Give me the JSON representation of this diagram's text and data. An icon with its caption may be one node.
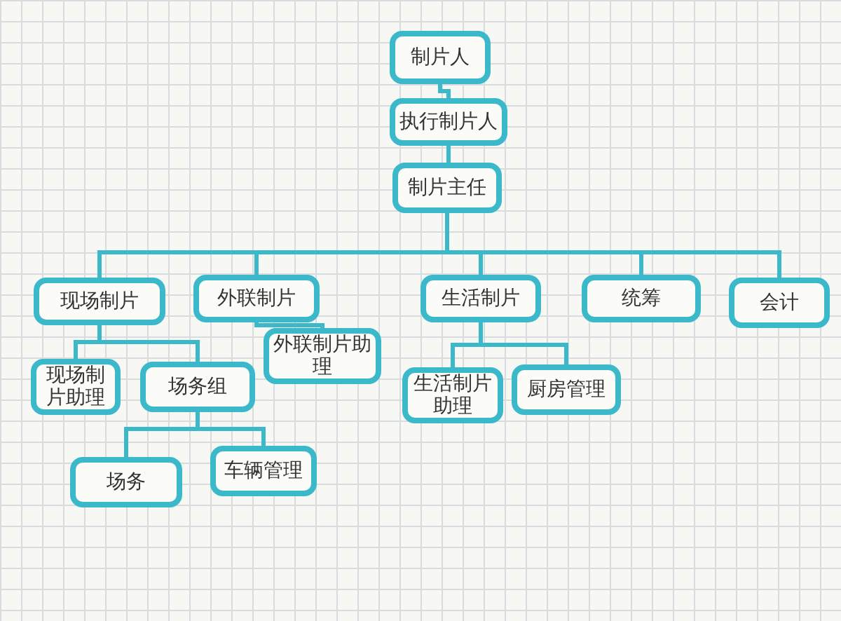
{
  "diagram": {
    "nodes": [
      {
        "text": [
          "制片人"
        ]
      },
      {
        "text": [
          "执行制片人"
        ]
      },
      {
        "text": [
          "制片主任"
        ]
      },
      {
        "text": [
          "现场制片"
        ]
      },
      {
        "text": [
          "外联制片"
        ]
      },
      {
        "text": [
          "生活制片"
        ]
      },
      {
        "text": [
          "统筹"
        ]
      },
      {
        "text": [
          "会计"
        ]
      },
      {
        "text": [
          "现场制片助理"
        ]
      },
      {
        "text": [
          "场务组"
        ]
      },
      {
        "text": [
          "外联制片助理"
        ]
      },
      {
        "text": [
          "生活制片助理"
        ]
      },
      {
        "text": [
          "厨房管理"
        ]
      },
      {
        "text": [
          "场务"
        ]
      },
      {
        "text": [
          "车辆管理"
        ]
      }
    ],
    "edges": [
      {
        "from": 0,
        "to": 1,
        "arrow": "none"
      },
      {
        "from": 1,
        "to": 2,
        "arrow": "none"
      },
      {
        "from": 2,
        "to": 3,
        "arrow": "none"
      },
      {
        "from": 2,
        "to": 4,
        "arrow": "none"
      },
      {
        "from": 2,
        "to": 5,
        "arrow": "none"
      },
      {
        "from": 2,
        "to": 6,
        "arrow": "none"
      },
      {
        "from": 2,
        "to": 7,
        "arrow": "none"
      },
      {
        "from": 3,
        "to": 8,
        "arrow": "none"
      },
      {
        "from": 3,
        "to": 9,
        "arrow": "none"
      },
      {
        "from": 4,
        "to": 10,
        "arrow": "none"
      },
      {
        "from": 5,
        "to": 11,
        "arrow": "none"
      },
      {
        "from": 5,
        "to": 12,
        "arrow": "none"
      },
      {
        "from": 9,
        "to": 13,
        "arrow": "none"
      },
      {
        "from": 9,
        "to": 14,
        "arrow": "none"
      }
    ]
  }
}
